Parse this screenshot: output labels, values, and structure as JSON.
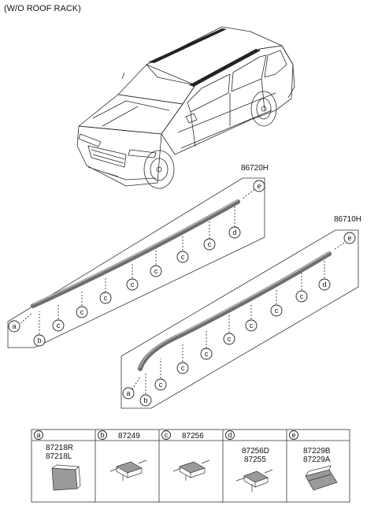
{
  "header": {
    "title": "(W/O ROOF RACK)"
  },
  "assemblies": [
    {
      "part_no": "86720H"
    },
    {
      "part_no": "86710H"
    }
  ],
  "callouts": {
    "a": "a",
    "b": "b",
    "c": "c",
    "d": "d",
    "e": "e"
  },
  "legend": [
    {
      "key": "a",
      "parts": [
        "87218R",
        "87218L"
      ]
    },
    {
      "key": "b",
      "parts": [
        "87249"
      ]
    },
    {
      "key": "c",
      "parts": [
        "87256"
      ]
    },
    {
      "key": "d",
      "parts": [
        "87256D",
        "87255"
      ]
    },
    {
      "key": "e",
      "parts": [
        "87229B",
        "87229A"
      ]
    }
  ]
}
